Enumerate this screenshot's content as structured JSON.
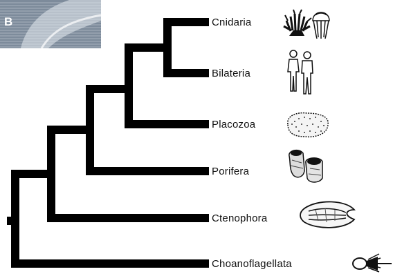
{
  "panel": {
    "letter": "B",
    "photo_tint": "#8a98a8"
  },
  "tree": {
    "taxa": [
      {
        "name": "Cnidaria",
        "icon": "jellyfish-and-anemone-icon"
      },
      {
        "name": "Bilateria",
        "icon": "human-pair-icon"
      },
      {
        "name": "Placozoa",
        "icon": "placozoan-icon"
      },
      {
        "name": "Porifera",
        "icon": "sponge-icon"
      },
      {
        "name": "Ctenophora",
        "icon": "comb-jelly-icon"
      },
      {
        "name": "Choanoflagellata",
        "icon": "choanoflagellate-icon"
      }
    ],
    "branch_color": "#000000"
  }
}
